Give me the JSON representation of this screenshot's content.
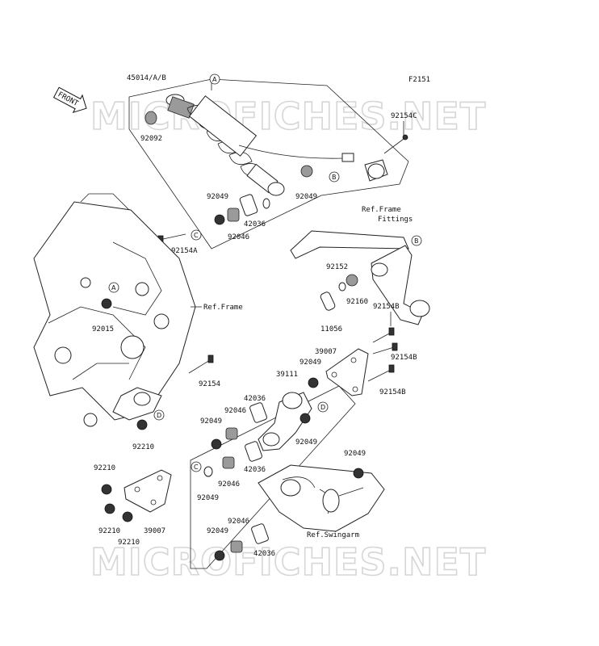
{
  "diagram": {
    "figure_code": "F2151",
    "front_arrow_label": "FRONT",
    "watermark_text": "MICROFICHES.NET",
    "reference_labels": {
      "ref_frame_fittings_line1": "Ref.Frame",
      "ref_frame_fittings_line2": "Fittings",
      "ref_frame": "Ref.Frame",
      "ref_swingarm": "Ref.Swingarm"
    },
    "callout_letters": [
      "A",
      "B",
      "C",
      "D"
    ],
    "part_numbers": {
      "shock_absorber": "45014/A/B",
      "bushing_top": "92092",
      "bolt_top_right": "92154C",
      "collar_49_left": "92049",
      "collar_49_right": "92049",
      "sleeve_42036_top": "42036",
      "bearing_46_top": "92046",
      "bolt_154a": "92154A",
      "collar_92152": "92152",
      "nut_92160": "92160",
      "plate_11056": "11056",
      "bolt_154b_top": "92154B",
      "nut_92015": "92015",
      "rod_39007_upper": "39007",
      "bolt_154b_mid": "92154B",
      "collar_49_mid": "92049",
      "rocker_39111": "39111",
      "bolt_154b_low": "92154B",
      "bolt_92154": "92154",
      "sleeve_42036_mid": "42036",
      "bearing_46_mid": "92046",
      "collar_49_mid_left": "92049",
      "collar_49_mid_right": "92049",
      "nut_92210_a": "92210",
      "sleeve_42036_low": "42036",
      "collar_49_far_right": "92049",
      "nut_92210_b": "92210",
      "bearing_46_low": "92046",
      "collar_49_low": "92049",
      "nut_92210_c": "92210",
      "nut_92210_d": "92210",
      "rod_39007_lower": "39007",
      "bearing_46_bottom": "92046",
      "collar_49_bottom": "92049",
      "sleeve_42036_bottom": "42036"
    }
  }
}
